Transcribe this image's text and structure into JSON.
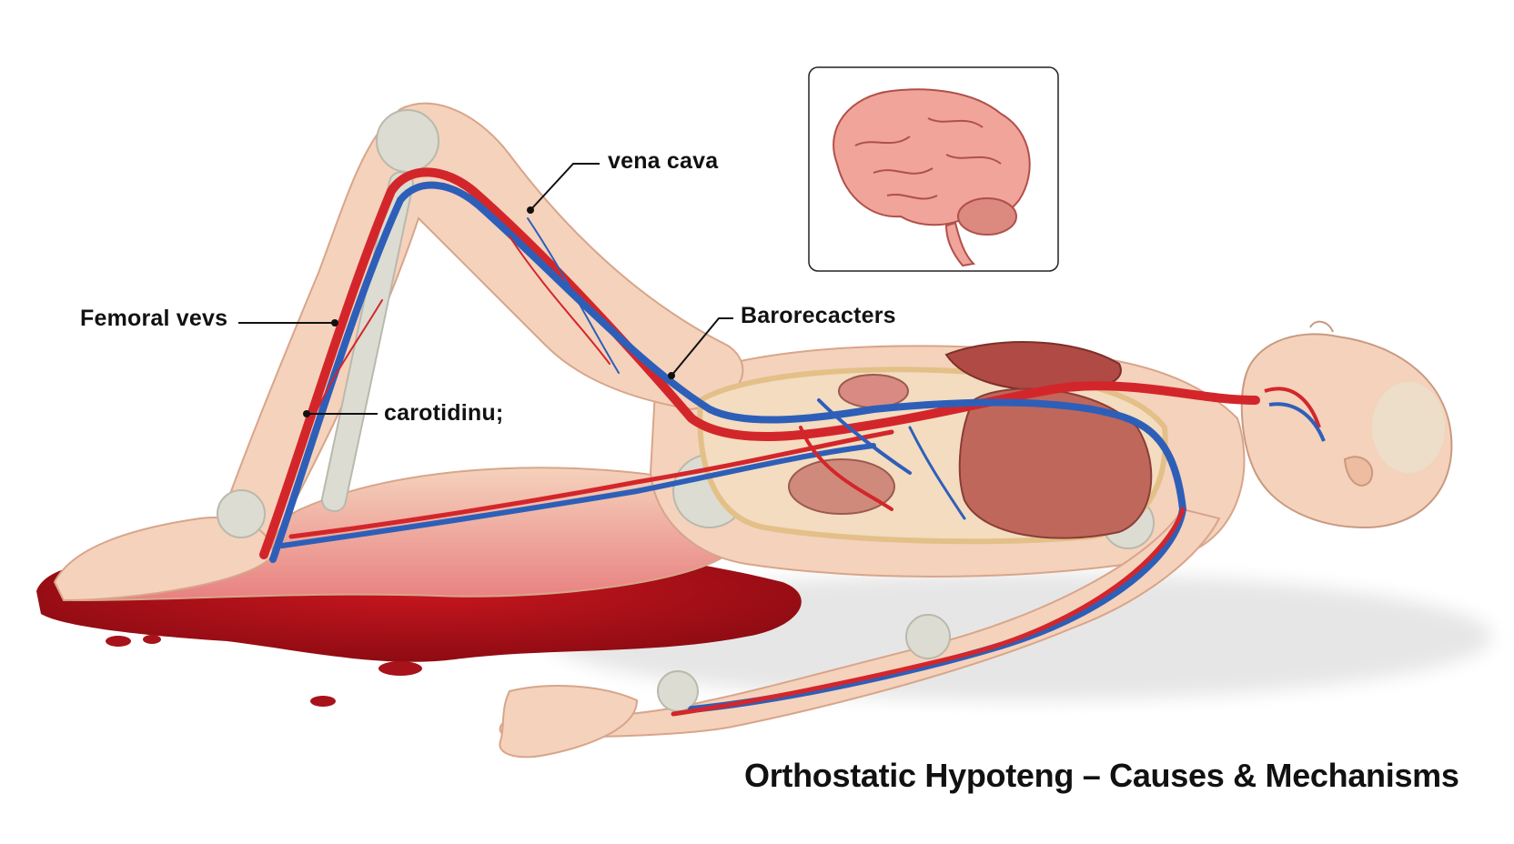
{
  "title": "Orthostatic Hypoteng – Causes & Mechanisms",
  "labels": {
    "femoral": "Femoral vevs",
    "vena_cava": "vena cava",
    "baroreceptors": "Barorecacters",
    "carotid": "carotidinu;"
  },
  "colors": {
    "skin": "#f5d2bc",
    "skin_shadow": "#e9b89c",
    "bone": "#dcdcd2",
    "artery": "#d3262b",
    "vein": "#2e5fb8",
    "blood": "#a8121a",
    "organ": "#b85a52",
    "brain": "#f0a49a"
  }
}
